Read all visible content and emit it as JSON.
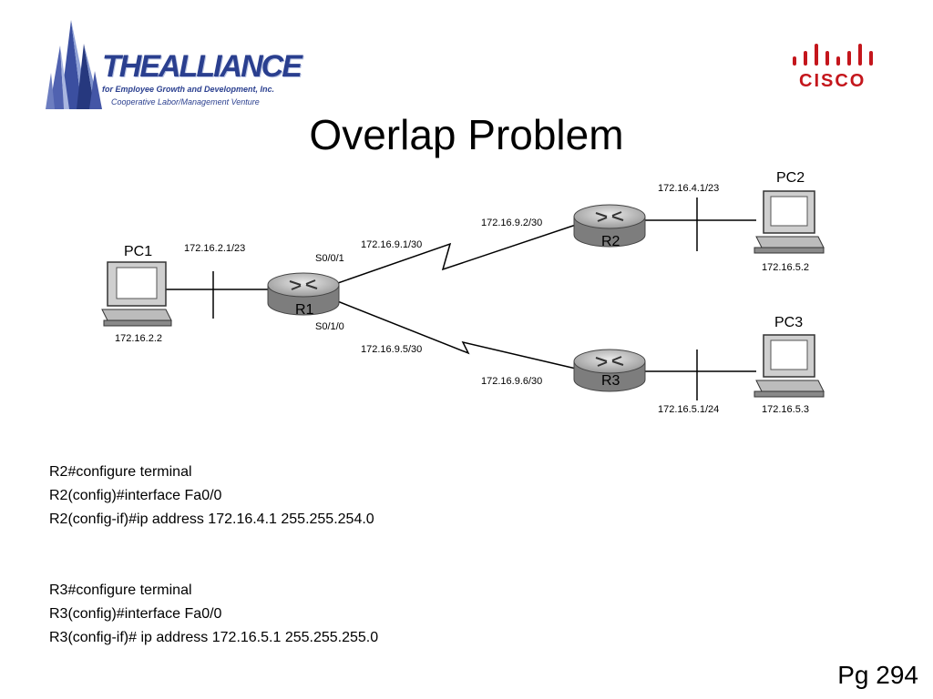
{
  "branding": {
    "alliance_wordmark": "THEALLIANCE",
    "alliance_tagline": "for Employee Growth and Development, Inc.",
    "alliance_subtitle": "Cooperative Labor/Management Venture",
    "cisco_wordmark": "CISCO"
  },
  "slide": {
    "title": "Overlap Problem",
    "page_number": "Pg 294"
  },
  "diagram": {
    "pc1": {
      "name": "PC1",
      "ip": "172.16.2.2"
    },
    "pc2": {
      "name": "PC2",
      "ip": "172.16.5.2"
    },
    "pc3": {
      "name": "PC3",
      "ip": "172.16.5.3"
    },
    "r1": {
      "name": "R1",
      "lan_ip": "172.16.2.1/23",
      "s0_0_1_label": "S0/0/1",
      "s0_1_0_label": "S0/1/0",
      "s0_0_1_ip": "172.16.9.1/30",
      "s0_1_0_ip": "172.16.9.5/30"
    },
    "r2": {
      "name": "R2",
      "wan_ip": "172.16.9.2/30",
      "lan_ip": "172.16.4.1/23"
    },
    "r3": {
      "name": "R3",
      "wan_ip": "172.16.9.6/30",
      "lan_ip": "172.16.5.1/24"
    }
  },
  "config": {
    "r2_lines": [
      "R2#configure terminal",
      "R2(config)#interface Fa0/0",
      "R2(config-if)#ip address 172.16.4.1 255.255.254.0"
    ],
    "r3_lines": [
      "R3#configure terminal",
      "R3(config)#interface Fa0/0",
      "R3(config-if)# ip address 172.16.5.1 255.255.255.0"
    ]
  },
  "colors": {
    "alliance_blue": "#2a3f8f",
    "cisco_red": "#c4161c"
  }
}
